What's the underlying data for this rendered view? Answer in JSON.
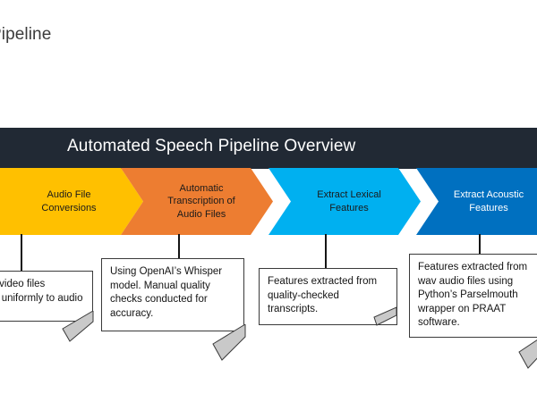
{
  "page": {
    "title_visible": "eech Pipeline",
    "title_full": "Automated Speech Pipeline"
  },
  "banner": {
    "title": "Automated Speech Pipeline Overview",
    "background_color": "#212934",
    "text_color": "#ffffff"
  },
  "pipeline": {
    "stages": [
      {
        "label": "Audio File\nConversions",
        "fill_color": "#FFC000",
        "text_color": "#1a1a1a"
      },
      {
        "label": "Automatic\nTranscription of\nAudio Files",
        "fill_color": "#ED7D31",
        "text_color": "#1a1a1a"
      },
      {
        "label": "Extract Lexical\nFeatures",
        "fill_color": "#00B0F0",
        "text_color": "#1a1a1a"
      },
      {
        "label": "Extract Acoustic\nFeatures",
        "fill_color": "#0070C0",
        "text_color": "#ffffff"
      }
    ]
  },
  "notes": [
    {
      "text_visible": "cted video files\nverted uniformly\nudio format.",
      "text_full": "Collected video files converted uniformly to audio format."
    },
    {
      "text_visible": "Using OpenAI’s Whisper model. Manual quality checks conducted for accuracy.",
      "text_full": "Using OpenAI’s Whisper model. Manual quality checks conducted for accuracy."
    },
    {
      "text_visible": "Features extracted from quality-checked transcripts.",
      "text_full": "Features extracted from quality-checked transcripts."
    },
    {
      "text_visible": "Features extracted from wav audio files using Python’s Parselmouth wrapper on PRAAT software.",
      "text_full": "Features extracted from wav audio files using Python’s Parselmouth wrapper on PRAAT software."
    }
  ]
}
